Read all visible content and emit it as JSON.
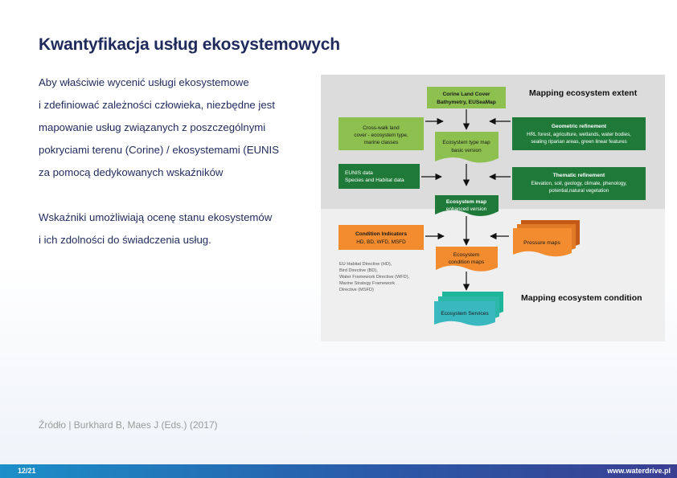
{
  "slide": {
    "title": "Kwantyfikacja usług ekosystemowych",
    "paragraph1": [
      "Aby właściwie wycenić usługi ekosystemowe",
      "i zdefiniować zależności człowieka, niezbędne jest",
      "mapowanie usług związanych z poszczególnymi",
      "pokryciami terenu (Corine) / ekosystemami (EUNIS",
      "za pomocą dedykowanych wskaźników"
    ],
    "paragraph2": [
      "Wskaźniki umożliwiają ocenę stanu ekosystemów",
      "i ich zdolności do świadczenia usług."
    ],
    "source": "Źródło | Burkhard B, Maes J (Eds.) (2017)",
    "page_number": "12/21",
    "website": "www.waterdrive.pl"
  },
  "diagram": {
    "heading_extent": "Mapping ecosystem extent",
    "heading_condition": "Mapping ecosystem condition",
    "corine": [
      "Corine Land Cover",
      "Bathymetry, EUSeaMap"
    ],
    "crosswalk": [
      "Cross-walk land",
      "cover - ecosystem type,",
      "marine classes"
    ],
    "basic_map": [
      "Ecosystem type map",
      "basic version"
    ],
    "geometric": [
      "Geometric refinement",
      "HRL forest, agriculture, wetlands, water bodies,",
      "sealing riparian areas, green linear features"
    ],
    "eunis": [
      "EUNIS data",
      "Species and Habitat data"
    ],
    "thematic": [
      "Thematic refinement",
      "Elevation, soil, geology, climate, phenology,",
      "potential,natural vegetation"
    ],
    "enhanced_map": [
      "Ecosystem  map",
      "enhanced version"
    ],
    "condition_indicators": [
      "Condition Indicators",
      "HD, BD, WFD, MSFD"
    ],
    "pressure_maps": "Pressure maps",
    "condition_maps": [
      "Ecosystem",
      "condition maps"
    ],
    "directives": [
      "EU Habitat Directive (HD),",
      "Bird Directive (BD),",
      "Water Framework Directive (WFD),",
      "Marine Strategy Framework",
      "Directive (MSFD)"
    ],
    "services": "Ecosystem Services",
    "colors": {
      "top_band": "#dcdcdc",
      "bottom_band": "#efefef",
      "light_green": "#8dc04f",
      "dark_green": "#1f7a3a",
      "orange": "#f28c2e",
      "dark_orange": "#c35a18",
      "teal": "#3ab8c0"
    }
  }
}
